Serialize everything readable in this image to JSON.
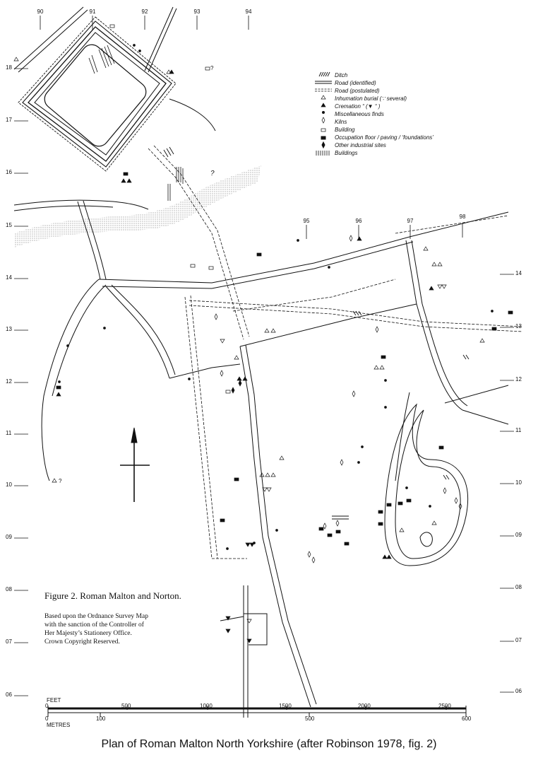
{
  "map": {
    "grid_top": [
      "90",
      "91",
      "92",
      "93",
      "94"
    ],
    "grid_mid": [
      "95",
      "96",
      "97",
      "98"
    ],
    "grid_left": [
      "18",
      "17",
      "16",
      "15",
      "14",
      "13",
      "12",
      "11",
      "10",
      "09",
      "08",
      "07",
      "06"
    ],
    "grid_right": [
      "14",
      "13",
      "12",
      "11",
      "10",
      "09",
      "08",
      "07",
      "06"
    ],
    "annotation_building_q": "?",
    "annotation_road": "?",
    "annotation_crem": "?"
  },
  "legend": {
    "items": [
      {
        "symbol": "ditch-hatch",
        "label": "Ditch"
      },
      {
        "symbol": "road-identified",
        "label": "Road (identified)"
      },
      {
        "symbol": "road-postulated",
        "label": "Road (postulated)"
      },
      {
        "symbol": "open-triangle",
        "label": "Inhumation burial (∵ several)"
      },
      {
        "symbol": "filled-triangle",
        "label": "Cremation  “   (▼  “  )"
      },
      {
        "symbol": "dot",
        "label": "Miscellaneous finds"
      },
      {
        "symbol": "open-diamond",
        "label": "Kilns"
      },
      {
        "symbol": "open-rectangle",
        "label": "Building"
      },
      {
        "symbol": "filled-rectangle",
        "label": "Occupation floor / paving / ‘foundations’"
      },
      {
        "symbol": "filled-diamond",
        "label": "Other industrial sites"
      },
      {
        "symbol": "vertical-hatch",
        "label": "Buildings"
      }
    ]
  },
  "figure": {
    "title": "Figure 2.  Roman Malton and Norton.",
    "note_lines": [
      "Based upon the Ordnance Survey Map",
      "with the sanction of the Controller of",
      "Her Majesty’s Stationery Office.",
      "Crown Copyright Reserved."
    ]
  },
  "scale": {
    "feet_label": "FEET",
    "metres_label": "METRES",
    "feet_ticks": [
      "0",
      "500",
      "1000",
      "1500",
      "2000",
      "2500"
    ],
    "metres_ticks": [
      "0",
      "100",
      "500",
      "600"
    ]
  },
  "caption": "Plan of Roman Malton  North Yorkshire (after Robinson 1978, fig. 2)",
  "colors": {
    "ink": "#111111",
    "river": "#bfbfbf",
    "paper": "#ffffff"
  }
}
